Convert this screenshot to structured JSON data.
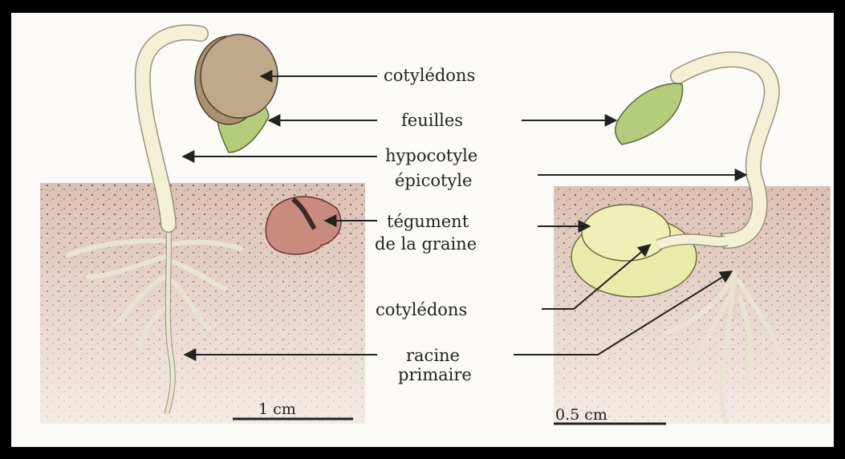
{
  "labels": {
    "cotyledons_top": "cotylédons",
    "feuilles": "feuilles",
    "hypocotyle": "hypocotyle",
    "epicotyle": "épicotyle",
    "tegument_line1": "tégument",
    "tegument_line2": "de la graine",
    "cotyledons_bottom": "cotylédons",
    "racine_line1": "racine",
    "racine_line2": "primaire"
  },
  "scale_bars": {
    "left": "1 cm",
    "right": "0.5 cm"
  },
  "colors": {
    "soil": "#d9b8ab",
    "stem": "#f4f0d6",
    "cotyledon_left": "#bfa98a",
    "leaf": "#b6cc7d",
    "seed_coat": "#b96a62",
    "cotyledon_right": "#eef0b6"
  }
}
